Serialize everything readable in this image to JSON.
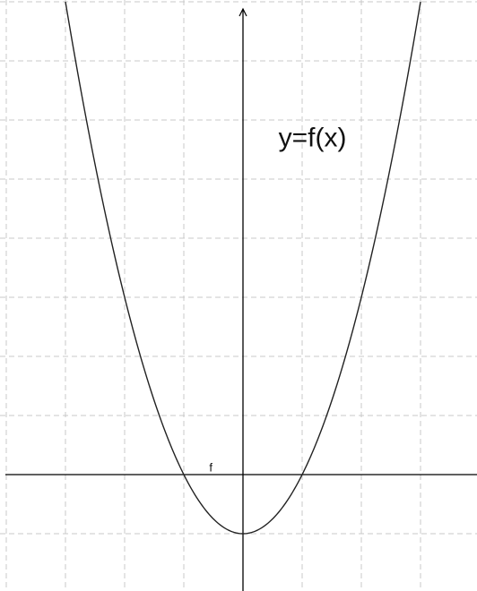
{
  "chart_data": {
    "type": "line",
    "title": "",
    "xlabel": "",
    "ylabel": "",
    "xlim": [
      -4.1,
      4
    ],
    "ylim": [
      -2,
      8
    ],
    "grid": true,
    "grid_step": 1,
    "series": [
      {
        "name": "f",
        "function": "x^2 - 1",
        "x": [
          -3,
          -2.5,
          -2,
          -1.5,
          -1,
          -0.5,
          0,
          0.5,
          1,
          1.5,
          2,
          2.5,
          3
        ],
        "y": [
          8,
          5.25,
          3,
          1.25,
          0,
          -0.75,
          -1,
          -0.75,
          0,
          1.25,
          3,
          5.25,
          8
        ]
      }
    ],
    "annotations": [
      {
        "text": "y=f(x)",
        "x": 0.6,
        "y": 5.55
      }
    ],
    "curve_label": {
      "text": "f",
      "x": -0.57,
      "y": 0.05
    }
  }
}
